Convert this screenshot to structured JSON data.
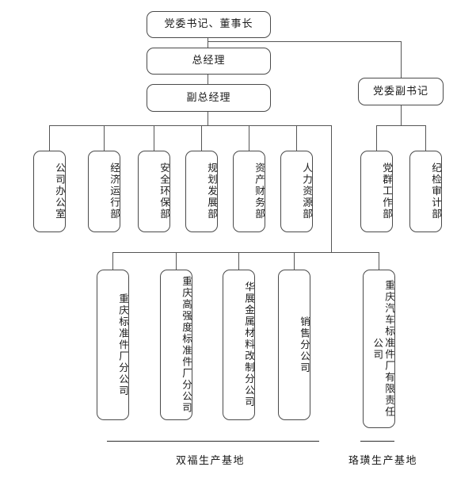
{
  "chart_title": "",
  "nodes": {
    "top": {
      "label": "党委书记、董事长"
    },
    "gm": {
      "label": "总经理"
    },
    "dgm": {
      "label": "副总经理"
    },
    "party_deputy": {
      "label": "党委副书记"
    }
  },
  "departments": [
    {
      "label": "公司办公室"
    },
    {
      "label": "经济运行部"
    },
    {
      "label": "安全环保部"
    },
    {
      "label": "规划发展部"
    },
    {
      "label": "资产财务部"
    },
    {
      "label": "人力资源部"
    }
  ],
  "party_departments": [
    {
      "label": "党群工作部"
    },
    {
      "label": "纪检审计部"
    }
  ],
  "branches": [
    {
      "label": "重庆标准件厂分公司"
    },
    {
      "label": "重庆高强度标准件厂分公司"
    },
    {
      "label": "华展金属材料改制分公司"
    },
    {
      "label": "销售分公司"
    },
    {
      "label": "重庆汽车标准件厂有限责任公司"
    }
  ],
  "bases": [
    {
      "label": "双福生产基地"
    },
    {
      "label": "珞璜生产基地"
    }
  ],
  "colors": {
    "box_border": "#4a4a4a",
    "connector": "#555555",
    "text": "#1a1a1a",
    "background": "#ffffff"
  }
}
